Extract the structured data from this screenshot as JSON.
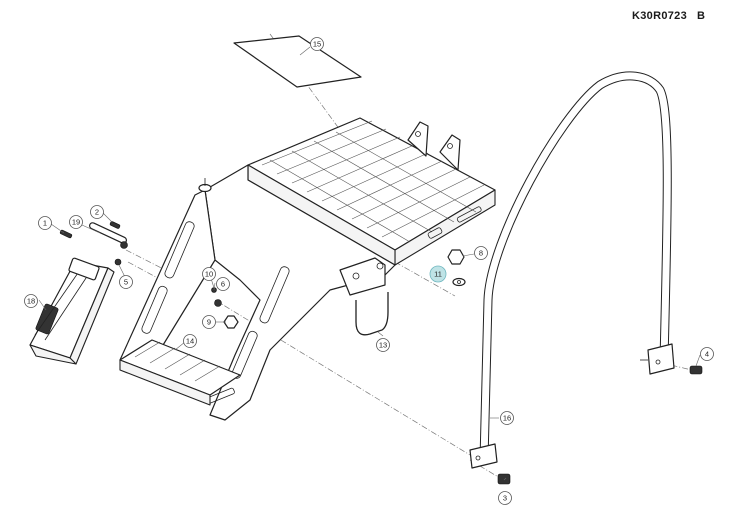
{
  "drawing": {
    "code": "K30R0723",
    "revision": "B"
  },
  "callouts": [
    {
      "id": "c1",
      "label": "1",
      "highlighted": false
    },
    {
      "id": "c2",
      "label": "2",
      "highlighted": false
    },
    {
      "id": "c3",
      "label": "3",
      "highlighted": false
    },
    {
      "id": "c4",
      "label": "4",
      "highlighted": false
    },
    {
      "id": "c5",
      "label": "5",
      "highlighted": false
    },
    {
      "id": "c6",
      "label": "6",
      "highlighted": false
    },
    {
      "id": "c8",
      "label": "8",
      "highlighted": false
    },
    {
      "id": "c9",
      "label": "9",
      "highlighted": false
    },
    {
      "id": "c10",
      "label": "10",
      "highlighted": false
    },
    {
      "id": "c11",
      "label": "11",
      "highlighted": true
    },
    {
      "id": "c13",
      "label": "13",
      "highlighted": false
    },
    {
      "id": "c14",
      "label": "14",
      "highlighted": false
    },
    {
      "id": "c15",
      "label": "15",
      "highlighted": false
    },
    {
      "id": "c16",
      "label": "16",
      "highlighted": false
    },
    {
      "id": "c18",
      "label": "18",
      "highlighted": false
    },
    {
      "id": "c19",
      "label": "19",
      "highlighted": false
    }
  ],
  "colors": {
    "highlight_fill": "#bfe3e6",
    "highlight_stroke": "#6fb7bf",
    "line": "#222222"
  }
}
